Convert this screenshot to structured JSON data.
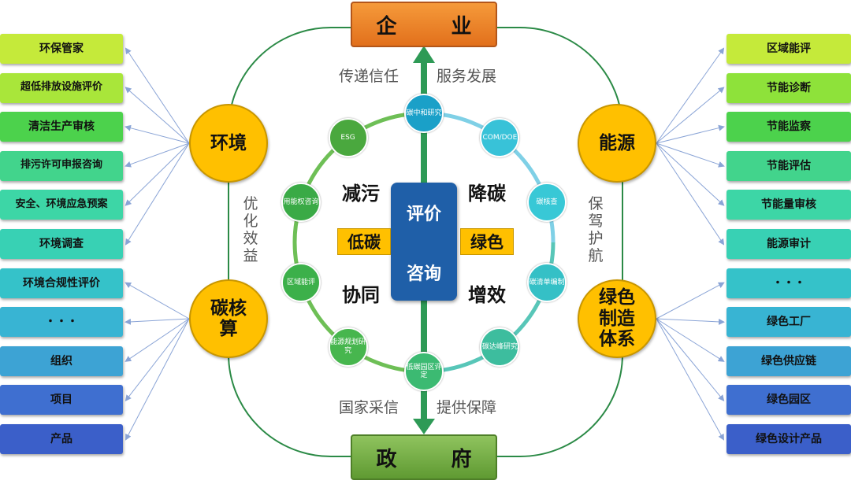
{
  "top": "企 业",
  "bottom": "政 府",
  "left_circles": [
    "环境",
    "碳核算"
  ],
  "right_circles": [
    "能源",
    "绿色制造体系"
  ],
  "left_items": [
    {
      "label": "环保管家",
      "color": "#c5ea3a"
    },
    {
      "label": "超低排放设施评价",
      "color": "#a9e63a"
    },
    {
      "label": "清洁生产审核",
      "color": "#4cd24c"
    },
    {
      "label": "排污许可申报咨询",
      "color": "#42d48c"
    },
    {
      "label": "安全、环境应急预案",
      "color": "#3dd6a6"
    },
    {
      "label": "环境调查",
      "color": "#38d1b4"
    },
    {
      "label": "环境合规性评价",
      "color": "#35c2c9"
    },
    {
      "label": "・・・",
      "color": "#38b4d3"
    },
    {
      "label": "组织",
      "color": "#3da3d4"
    },
    {
      "label": "项目",
      "color": "#3f6fd0"
    },
    {
      "label": "产品",
      "color": "#3b5fc9"
    }
  ],
  "right_items": [
    {
      "label": "区域能评",
      "color": "#c5ea3a"
    },
    {
      "label": "节能诊断",
      "color": "#8ee23a"
    },
    {
      "label": "节能监察",
      "color": "#4cd24c"
    },
    {
      "label": "节能评估",
      "color": "#42d48c"
    },
    {
      "label": "节能量审核",
      "color": "#3dd6a6"
    },
    {
      "label": "能源审计",
      "color": "#38d1b4"
    },
    {
      "label": "・・・",
      "color": "#35c2c9"
    },
    {
      "label": "绿色工厂",
      "color": "#38b4d3"
    },
    {
      "label": "绿色供应链",
      "color": "#3da3d4"
    },
    {
      "label": "绿色园区",
      "color": "#3f6fd0"
    },
    {
      "label": "绿色设计产品",
      "color": "#3b5fc9"
    }
  ],
  "phrases": {
    "top_left": "传递信任",
    "top_right": "服务发展",
    "bottom_left": "国家采信",
    "bottom_right": "提供保障",
    "left_vertical": "优化效益",
    "right_vertical": "保驾护航"
  },
  "center": {
    "line1": "评价",
    "line2": "咨询"
  },
  "inner_words": {
    "tl": "减污",
    "tr": "降碳",
    "bl": "协同",
    "br": "增效"
  },
  "yellow_labels": {
    "left": "低碳",
    "right": "绿色"
  },
  "ring": [
    {
      "label": "碳中和研究",
      "color": "#1aa0c8"
    },
    {
      "label": "COM/DOE",
      "color": "#38c2d8"
    },
    {
      "label": "碳核查",
      "color": "#38c8d6"
    },
    {
      "label": "碳清单编制",
      "color": "#35c0c6"
    },
    {
      "label": "碳达峰研究",
      "color": "#3dbd9e"
    },
    {
      "label": "低碳园区评定",
      "color": "#3cba72"
    },
    {
      "label": "能源规划研究",
      "color": "#47b64e"
    },
    {
      "label": "区域能评",
      "color": "#3cb04a"
    },
    {
      "label": "用能权咨询",
      "color": "#3aaa46"
    },
    {
      "label": "ESG",
      "color": "#4aa83e"
    }
  ],
  "colors": {
    "ring_top": "#1a9ccc",
    "ring_right": "#56c8dc",
    "ring_left": "#58b84a",
    "outer_line": "#2b8a46",
    "center_box": "#1f5fa8",
    "circle_yellow": "#ffc000"
  }
}
